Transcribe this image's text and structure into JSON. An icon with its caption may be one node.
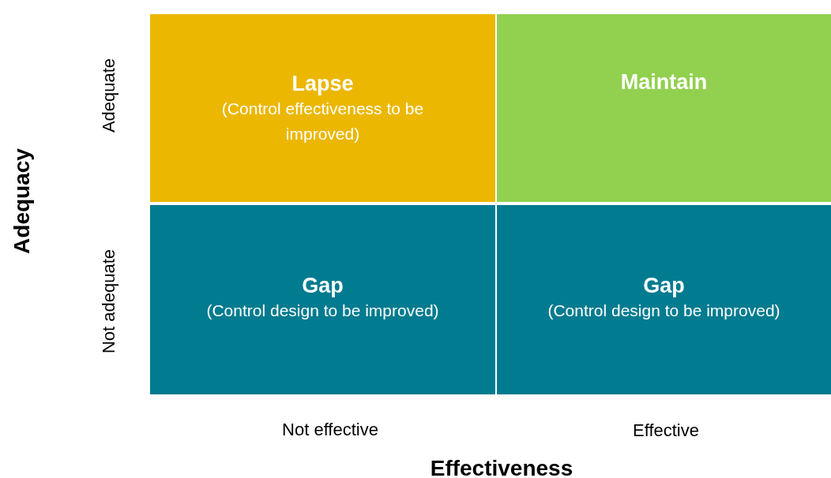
{
  "diagram": {
    "nodes": [
      {
        "text": [
          "Lapse",
          "(Control effectiveness to be improved)"
        ]
      },
      {
        "text": [
          "Maintain"
        ]
      },
      {
        "text": [
          "Gap",
          "(Control design to be improved)"
        ]
      },
      {
        "text": [
          "Gap",
          "(Control design to be improved)"
        ]
      }
    ],
    "labels": [
      "Adequacy",
      "Adequate",
      "Not adequate",
      "Not effective",
      "Effective",
      "Effectiveness"
    ]
  }
}
